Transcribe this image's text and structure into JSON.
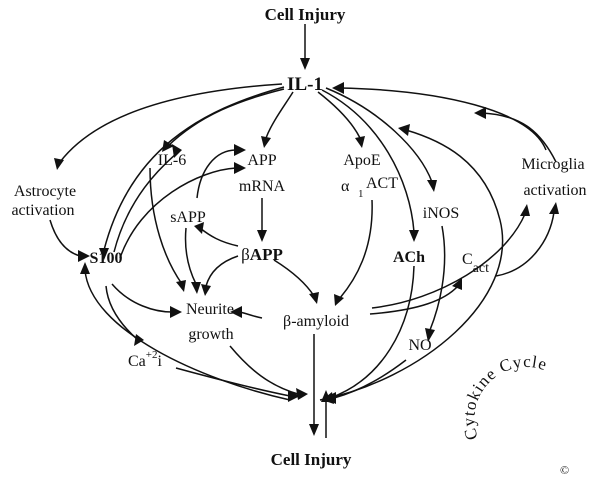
{
  "nodes": {
    "cell_injury_top": "Cell Injury",
    "il1": "IL-1",
    "il6": "IL-6",
    "astrocyte_line1": "Astrocyte",
    "astrocyte_line2": "activation",
    "s100": "S100",
    "sapp": "sAPP",
    "app_line1": "APP",
    "app_line2": "mRNA",
    "bapp_prefix": "β",
    "bapp_main": "APP",
    "neurite_line1": "Neurite",
    "neurite_line2": "growth",
    "ca_main": "Ca",
    "ca_sup": "+2",
    "ca_sub": "i",
    "apoe": "ApoE",
    "alpha": "α",
    "act_sub": "1",
    "act": "ACT",
    "beta_amyloid": "β-amyloid",
    "ach": "ACh",
    "inos": "iNOS",
    "cact_main": "C",
    "cact_sub": "act",
    "no": "NO",
    "microglia_line1": "Microglia",
    "microglia_line2": "activation",
    "cell_injury_bottom": "Cell Injury"
  },
  "logo": {
    "text": "Cytokine Cycle",
    "mark": "©"
  }
}
